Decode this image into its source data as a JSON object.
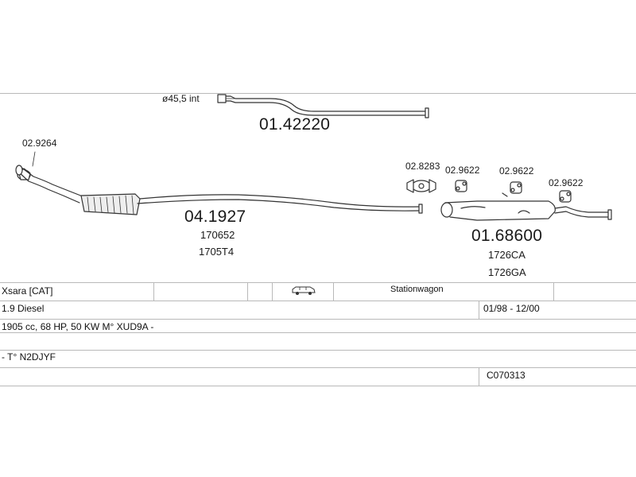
{
  "diagram": {
    "pipe_label": "ø45,5 int",
    "parts": {
      "front_pipe": "01.42220",
      "catalyst": "04.1927",
      "catalyst_refs": [
        "170652",
        "1705T4"
      ],
      "rear_silencer": "01.68600",
      "rear_silencer_refs": [
        "1726CA",
        "1726GA"
      ],
      "gasket": "02.9264",
      "clamp": "02.8283",
      "hanger_1": "02.9622",
      "hanger_2": "02.9622",
      "hanger_3": "02.9622"
    }
  },
  "table": {
    "model": "Xsara  [CAT]",
    "vehicle_icon": "car-icon",
    "body_type": "Stationwagon",
    "engine": "1.9 Diesel",
    "years": "01/98 - 12/00",
    "engine_detail": "1905 cc, 68 HP, 50 KW M° XUD9A -",
    "type_code": "- T° N2DJYF",
    "catalog_code": "C070313"
  }
}
